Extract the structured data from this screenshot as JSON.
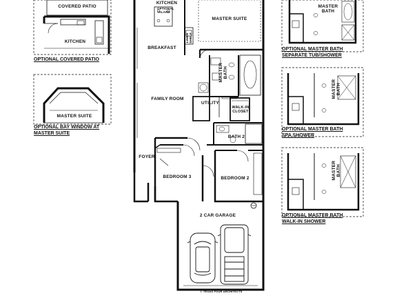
{
  "rooms": {
    "kitchen_top": "KITCHEN",
    "optional_island": "OPTIONAL ISLAND",
    "master_suite": "MASTER SUITE",
    "breakfast": "BREAKFAST",
    "master_bath": "MASTER BATH",
    "family_room": "FAMILY ROOM",
    "utility": "UTILITY",
    "walk_in_closet": "WALK-IN CLOSET",
    "bath_2": "BATH 2",
    "foyer": "FOYER",
    "bedroom_3": "BEDROOM 3",
    "bedroom_2": "BEDROOM 2",
    "garage": "2 CAR GARAGE",
    "linen": "LINEN SHELF"
  },
  "insets": {
    "patio": {
      "room_patio": "COVERED PATIO",
      "room_kitchen": "KITCHEN",
      "caption": "OPTIONAL COVERED PATIO"
    },
    "bay": {
      "room": "MASTER SUITE",
      "caption_line1": "OPTIONAL BAY WINDOW AT",
      "caption_line2": "MASTER SUITE"
    },
    "bath_sep": {
      "label": "MASTER BATH",
      "caption_line1": "OPTIONAL MASTER BATH",
      "caption_line2": "SEPARATE TUB/SHOWER"
    },
    "bath_spa": {
      "label": "MASTER BATH",
      "caption_line1": "OPTIONAL MASTER BATH",
      "caption_line2": "SPA SHOWER"
    },
    "bath_walkin": {
      "label": "MASTER BATH",
      "caption_line1": "OPTIONAL MASTER BATH",
      "caption_line2": "WALK-IN SHOWER"
    }
  },
  "footer": {
    "copyright": "© TEXAS FOUR ARCHITECTS"
  },
  "colors": {
    "wall": "#111111",
    "background": "#ffffff"
  }
}
